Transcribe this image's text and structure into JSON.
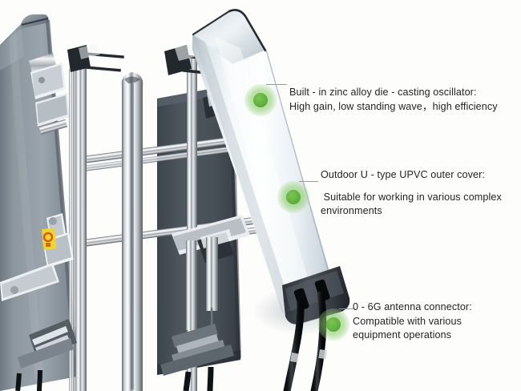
{
  "image": {
    "subject": "base station sector panel antenna array",
    "background_color": "#fdfdfc",
    "accent_color": "#5faf3c",
    "text_color": "#242424"
  },
  "callouts": [
    {
      "id": "oscillator",
      "dot_name": "callout-dot-oscillator",
      "lines": [
        "Built - in zinc alloy die - casting oscillator:",
        "High gain, low standing wave，high efficiency"
      ]
    },
    {
      "id": "upvc-cover",
      "dot_name": "callout-dot-upvc-cover",
      "lines": [
        "Outdoor U - type UPVC outer cover:",
        " Suitable for working in various complex",
        "environments"
      ]
    },
    {
      "id": "connector",
      "dot_name": "callout-dot-connector",
      "lines": [
        "0 - 6G antenna connector:",
        "Compatible with various",
        "equipment operations"
      ]
    }
  ],
  "parts": {
    "front_antenna": "white-upvc-panel-antenna",
    "left_antenna": "gray-panel-antenna",
    "rear_antenna": "dark-gray-panel-antenna",
    "mast": "chrome-vertical-mast",
    "cross_arms": "chrome-cross-arms",
    "mounting_brackets": "chrome-tilt-mount-brackets",
    "cables": "black-coaxial-cables",
    "warning_label": "yellow-warning-label"
  }
}
